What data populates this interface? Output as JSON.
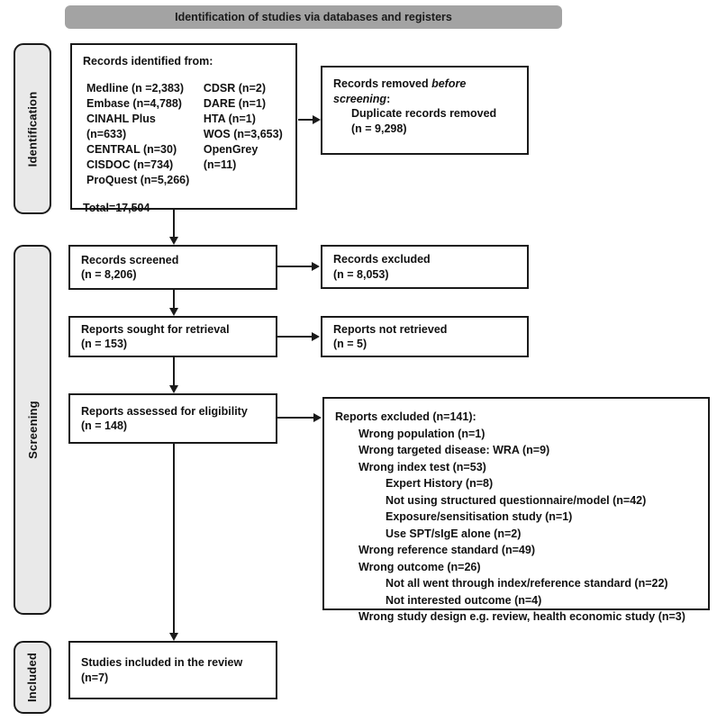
{
  "header": {
    "title": "Identification of studies via databases and registers"
  },
  "sidebar": {
    "identification": "Identification",
    "screening": "Screening",
    "included": "Included"
  },
  "boxes": {
    "records_identified": {
      "title": "Records identified from:",
      "col1": [
        "Medline (n =2,383)",
        "Embase (n=4,788)",
        "CINAHL Plus (n=633)",
        "CENTRAL (n=30)",
        "CISDOC (n=734)",
        "ProQuest (n=5,266)"
      ],
      "col2": [
        "CDSR (n=2)",
        "DARE (n=1)",
        "HTA (n=1)",
        "WOS (n=3,653)",
        "OpenGrey (n=11)"
      ],
      "total": "Total=17,504"
    },
    "records_removed": {
      "line1_normal": "Records removed ",
      "line1_italic": "before screening",
      "line1_colon": ":",
      "detail1": "Duplicate records removed",
      "detail2": "(n = 9,298)"
    },
    "records_screened": {
      "line1": "Records screened",
      "line2": "(n = 8,206)"
    },
    "records_excluded": {
      "line1": "Records excluded",
      "line2": "(n = 8,053)"
    },
    "reports_sought": {
      "line1": "Reports sought for retrieval",
      "line2": "(n = 153)"
    },
    "reports_not_retrieved": {
      "line1": "Reports not retrieved",
      "line2": "(n = 5)"
    },
    "reports_assessed": {
      "line1": "Reports assessed for eligibility",
      "line2": "(n = 148)"
    },
    "reports_excluded": {
      "title": "Reports excluded (n=141):",
      "items": [
        {
          "indent": 1,
          "text": "Wrong population (n=1)"
        },
        {
          "indent": 1,
          "text": "Wrong targeted disease: WRA (n=9)"
        },
        {
          "indent": 1,
          "text": "Wrong index test (n=53)"
        },
        {
          "indent": 2,
          "text": "Expert History (n=8)"
        },
        {
          "indent": 2,
          "text": "Not using structured questionnaire/model (n=42)"
        },
        {
          "indent": 2,
          "text": "Exposure/sensitisation study (n=1)"
        },
        {
          "indent": 2,
          "text": "Use SPT/sIgE alone (n=2)"
        },
        {
          "indent": 1,
          "text": "Wrong reference standard (n=49)"
        },
        {
          "indent": 1,
          "text": "Wrong outcome (n=26)"
        },
        {
          "indent": 2,
          "text": "Not all went through index/reference standard (n=22)"
        },
        {
          "indent": 2,
          "text": "Not interested outcome (n=4)"
        },
        {
          "indent": 1,
          "text": "Wrong study design e.g. review, health economic study (n=3)"
        }
      ]
    },
    "studies_included": {
      "line1": "Studies included in the review",
      "line2": "(n=7)"
    }
  },
  "colors": {
    "header_fill": "#a3a3a3",
    "sidebar_fill": "#e9e9e9",
    "box_border": "#1a1a1a",
    "background": "#ffffff",
    "text": "#111111"
  }
}
